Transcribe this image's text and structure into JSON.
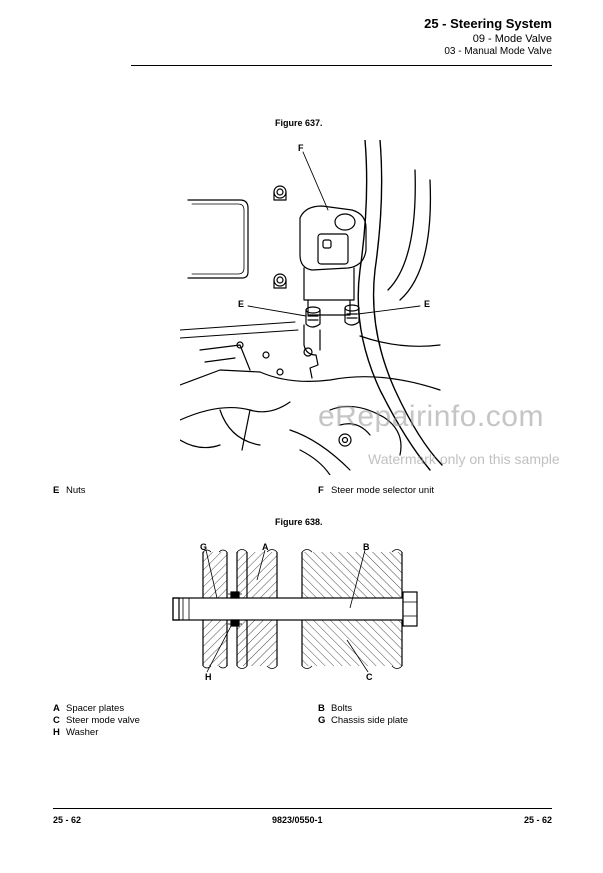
{
  "header": {
    "title": "25 - Steering System",
    "subtitle1": "09 - Mode Valve",
    "subtitle2": "03 - Manual Mode Valve"
  },
  "figure1": {
    "title": "Figure 637.",
    "labels": {
      "F": "F",
      "E_left": "E",
      "E_right": "E"
    },
    "legend": [
      {
        "key": "E",
        "text": "Nuts"
      },
      {
        "key": "F",
        "text": "Steer mode selector unit"
      }
    ]
  },
  "figure2": {
    "title": "Figure 638.",
    "labels": {
      "G": "G",
      "A": "A",
      "B": "B",
      "H": "H",
      "C": "C"
    },
    "legend_left": [
      {
        "key": "A",
        "text": "Spacer plates"
      },
      {
        "key": "C",
        "text": "Steer mode valve"
      },
      {
        "key": "H",
        "text": "Washer"
      }
    ],
    "legend_right": [
      {
        "key": "B",
        "text": "Bolts"
      },
      {
        "key": "G",
        "text": "Chassis side plate"
      }
    ]
  },
  "watermark": {
    "line1": "eRepairinfo.com",
    "line2": "Watermark only on this sample"
  },
  "footer": {
    "left": "25 - 62",
    "center": "9823/0550-1",
    "right": "25 - 62"
  }
}
